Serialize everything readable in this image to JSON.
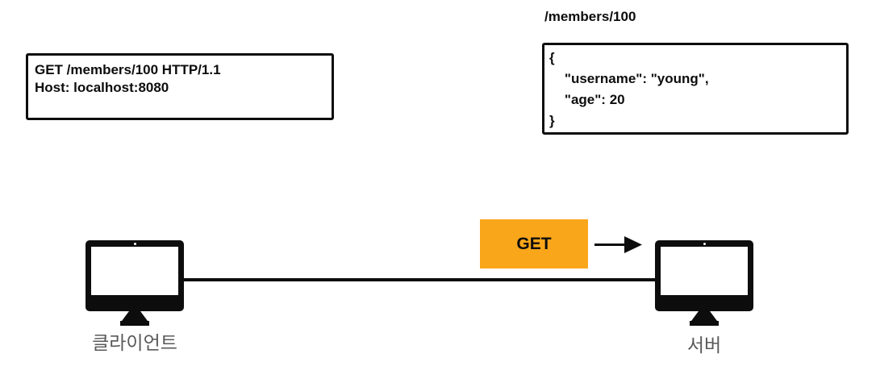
{
  "request_box": {
    "line1": "GET /members/100 HTTP/1.1",
    "line2": "Host: localhost:8080"
  },
  "response": {
    "path_label": "/members/100",
    "json_lines": [
      "{",
      "    \"username\": \"young\",",
      "    \"age\": 20",
      "}"
    ]
  },
  "flow": {
    "method_label": "GET",
    "method_bg_color": "#FAA61A"
  },
  "client": {
    "label": "클라이언트"
  },
  "server": {
    "label": "서버"
  },
  "colors": {
    "node_label_color": "#595959",
    "line_color": "#0d0d0d"
  }
}
